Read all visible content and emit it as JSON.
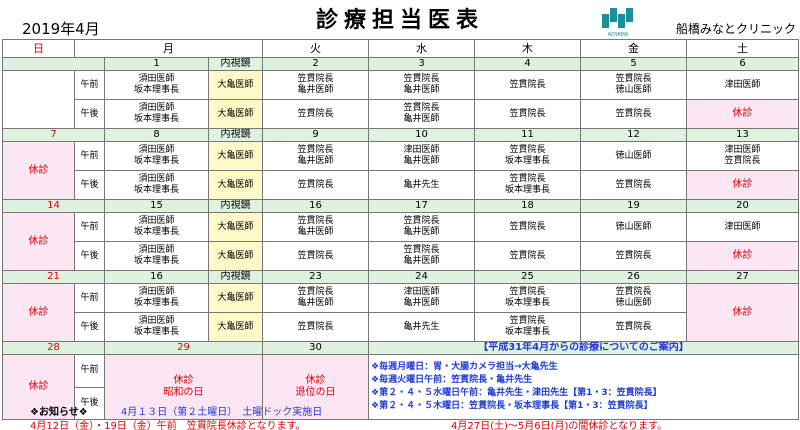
{
  "header": {
    "title": "診療担当医表",
    "month": "2019年4月",
    "clinic_name": "船橋みなとクリニック",
    "logo_text": "AOYAMA"
  },
  "days": [
    "日",
    "月",
    "",
    "火",
    "水",
    "木",
    "金",
    "土"
  ],
  "naishi_label": "内視鏡",
  "labels": {
    "am": "午前",
    "pm": "午後",
    "closed": "休診"
  },
  "weeks": [
    {
      "dates": [
        "",
        "1",
        "2",
        "3",
        "4",
        "5",
        "6"
      ],
      "am": {
        "mon": "須田医師\n坂本理事長",
        "naishi": "大亀医師",
        "tue": "笠貫院長\n亀井医師",
        "wed": "笠貫院長\n亀井医師",
        "thu": "笠貫院長",
        "fri": "笠貫院長\n徳山医師",
        "sat": "津田医師"
      },
      "pm": {
        "mon": "須田医師\n坂本理事長",
        "naishi": "大亀医師",
        "tue": "笠貫院長",
        "wed": "笠貫院長\n亀井医師",
        "thu": "笠貫院長",
        "fri": "笠貫院長",
        "sat": "休診"
      }
    },
    {
      "dates": [
        "7",
        "8",
        "9",
        "10",
        "11",
        "12",
        "13"
      ],
      "am": {
        "mon": "須田医師\n坂本理事長",
        "naishi": "大亀医師",
        "tue": "笠貫院長\n亀井医師",
        "wed": "津田医師\n亀井医師",
        "thu": "笠貫院長\n坂本理事長",
        "fri": "徳山医師",
        "sat": "津田医師\n笠貫院長"
      },
      "pm": {
        "mon": "須田医師\n坂本理事長",
        "naishi": "大亀医師",
        "tue": "笠貫院長",
        "wed": "亀井先生",
        "thu": "笠貫院長\n坂本理事長",
        "fri": "笠貫院長",
        "sat": "休診"
      }
    },
    {
      "dates": [
        "14",
        "15",
        "16",
        "17",
        "18",
        "19",
        "20"
      ],
      "am": {
        "mon": "須田医師\n坂本理事長",
        "naishi": "大亀医師",
        "tue": "笠貫院長\n亀井医師",
        "wed": "笠貫院長\n亀井医師",
        "thu": "笠貫院長",
        "fri": "徳山医師",
        "sat": "津田医師"
      },
      "pm": {
        "mon": "須田医師\n坂本理事長",
        "naishi": "大亀医師",
        "tue": "笠貫院長",
        "wed": "笠貫院長\n亀井医師",
        "thu": "笠貫院長",
        "fri": "笠貫院長",
        "sat": "休診"
      }
    },
    {
      "dates": [
        "21",
        "16",
        "23",
        "24",
        "25",
        "26",
        "27"
      ],
      "am": {
        "mon": "須田医師\n坂本理事長",
        "naishi": "大亀医師",
        "tue": "笠貫院長\n亀井医師",
        "wed": "津田医師\n亀井医師",
        "thu": "笠貫院長\n坂本理事長",
        "fri": "笠貫院長\n徳山医師",
        "sat": "休診"
      },
      "pm": {
        "mon": "須田医師\n坂本理事長",
        "naishi": "大亀医師",
        "tue": "笠貫院長",
        "wed": "亀井先生",
        "thu": "笠貫院長\n坂本理事長",
        "fri": "笠貫院長"
      }
    },
    {
      "dates": [
        "28",
        "29",
        "30"
      ],
      "mon_closed": "休診\n昭和の日",
      "tue_closed": "休診\n退位の日"
    }
  ],
  "notice_head": "【平成31年4月からの診療についてのご案内】",
  "notices": [
    "❖毎週月曜日：胃・大腸カメラ担当→大亀先生",
    "❖毎週火曜日午前：笠貫院長・亀井先生",
    "❖第２・４・５水曜日午前：亀井先生・津田先生【第1・3：笠貫院長】",
    "❖第２・４・５木曜日：笠貫院長・坂本理事長【第1・3：笠貫院長】"
  ],
  "footer": {
    "label": "❖お知らせ❖",
    "line1": "4月１３日（第２土曜日）　土曜ドック実施日",
    "line2": "4月12日（金）・19日（金）午前　笠貫院長休診となります。",
    "line3": "4月27日(土)～5月6日(月)の間休診となります。"
  },
  "colors": {
    "date_row": "#dff2df",
    "closed_bg": "#fde6f3",
    "naishi_bg": "#fff8c9",
    "red": "#e00000",
    "blue": "#1f3cd0"
  }
}
